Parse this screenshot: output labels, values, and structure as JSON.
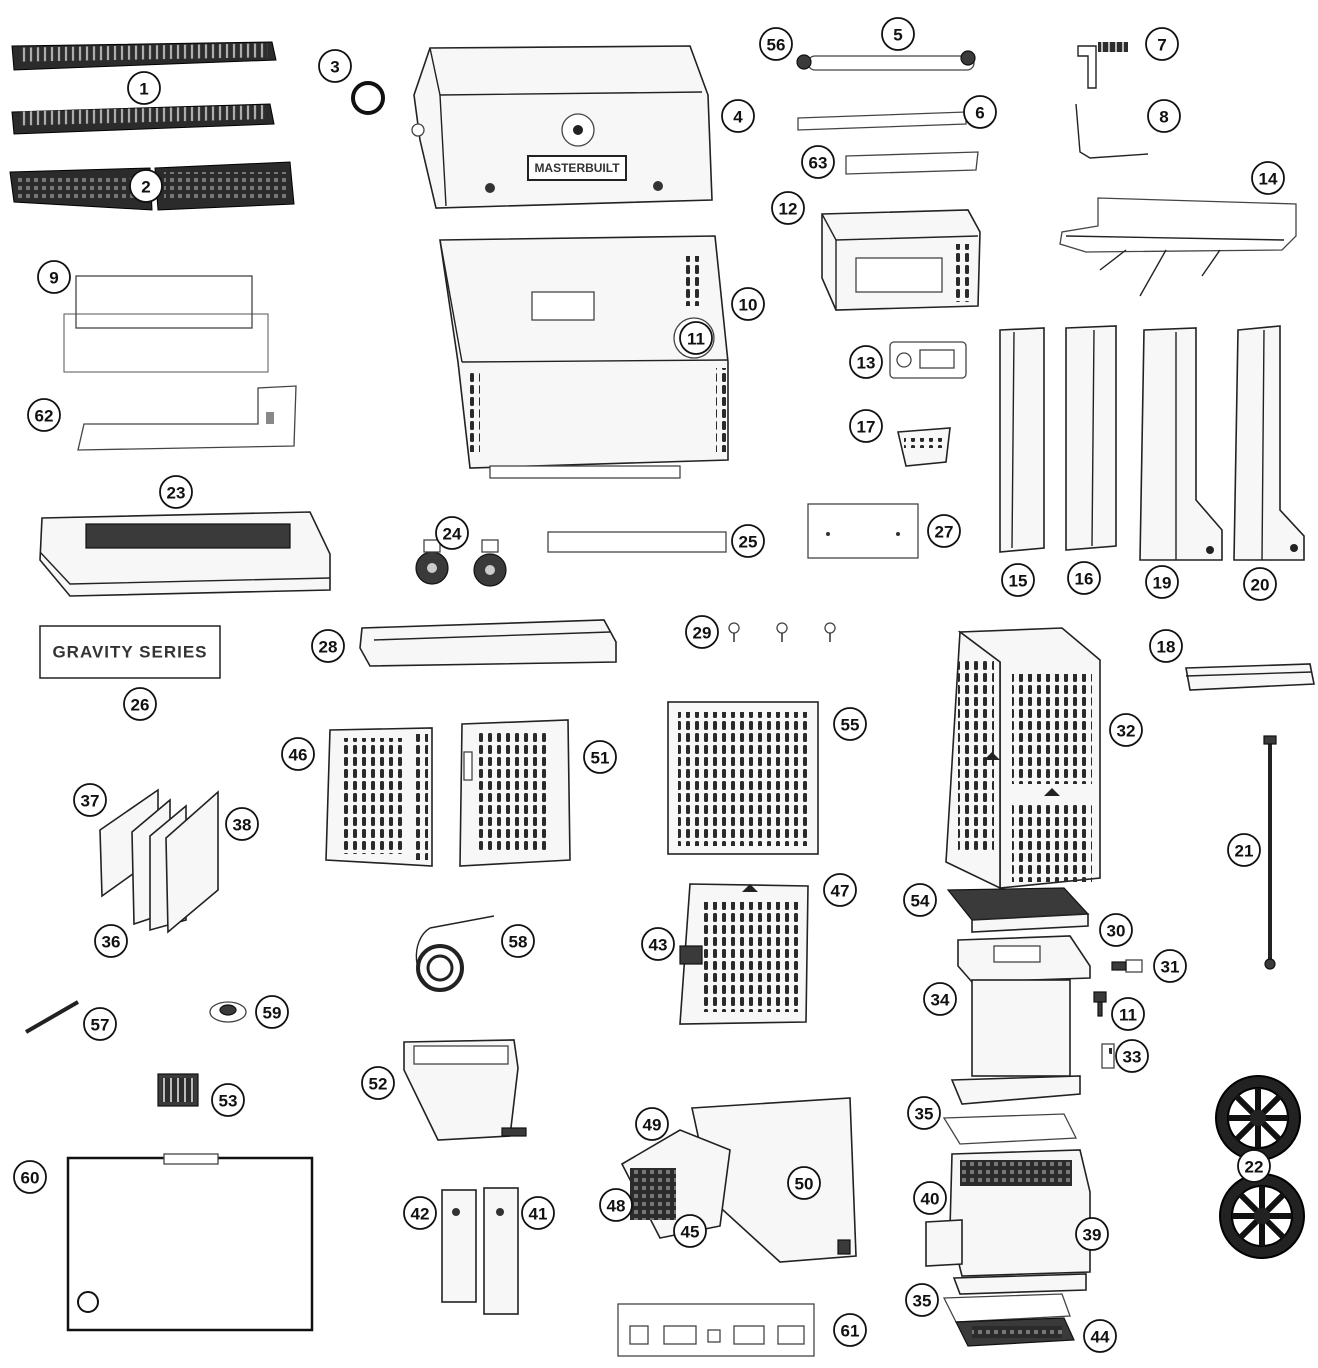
{
  "brand_label": "MASTERBUILT",
  "series_label": "GRAVITY SERIES",
  "callouts": [
    "1",
    "2",
    "3",
    "4",
    "5",
    "6",
    "7",
    "8",
    "9",
    "10",
    "11",
    "12",
    "13",
    "14",
    "15",
    "16",
    "17",
    "18",
    "19",
    "20",
    "21",
    "22",
    "23",
    "24",
    "25",
    "26",
    "27",
    "28",
    "29",
    "30",
    "31",
    "32",
    "33",
    "34",
    "35",
    "36",
    "37",
    "38",
    "39",
    "40",
    "41",
    "42",
    "43",
    "44",
    "45",
    "46",
    "47",
    "48",
    "49",
    "50",
    "51",
    "52",
    "53",
    "54",
    "55",
    "56",
    "57",
    "58",
    "59",
    "60",
    "61",
    "62",
    "63"
  ],
  "callout_11b": "11",
  "callout_35b": "35"
}
